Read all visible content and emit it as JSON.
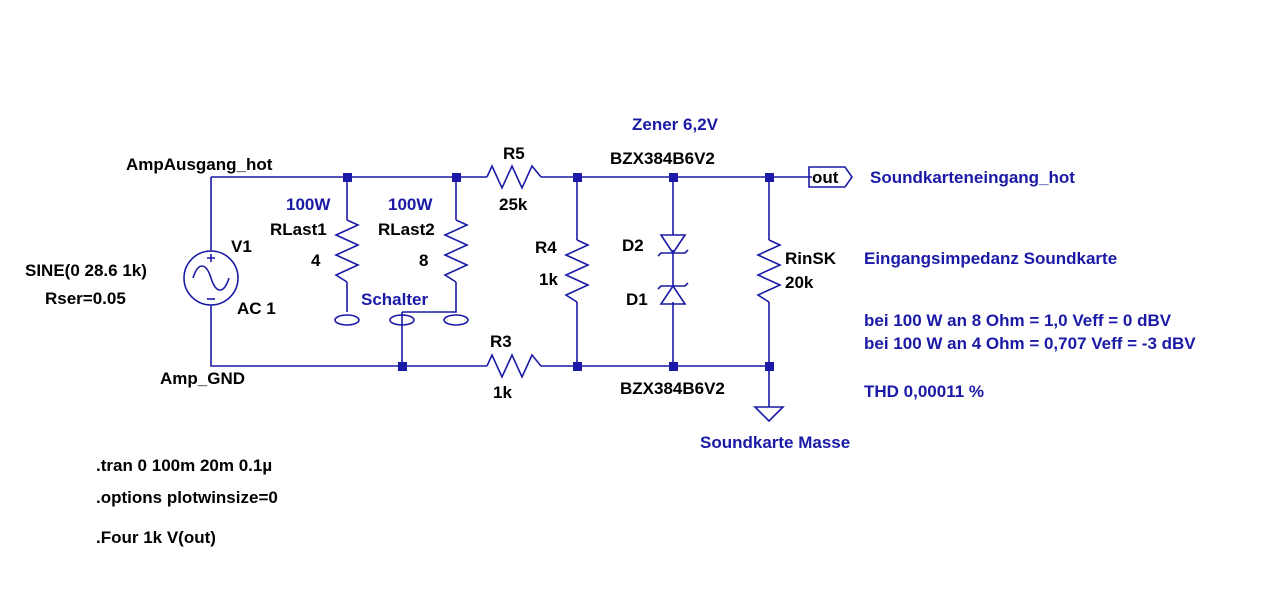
{
  "nets": {
    "amp_hot": "AmpAusgang_hot",
    "amp_gnd": "Amp_GND",
    "out_port": "out",
    "out_label": "Soundkarteneingang_hot",
    "ground_label": "Soundkarte Masse"
  },
  "components": {
    "v1": {
      "name": "V1",
      "value": "SINE(0 28.6 1k)",
      "rser": "Rser=0.05",
      "ac": "AC 1"
    },
    "rlast1": {
      "note": "100W",
      "name": "RLast1",
      "value": "4"
    },
    "rlast2": {
      "note": "100W",
      "name": "RLast2",
      "value": "8"
    },
    "switch_label": "Schalter",
    "r5": {
      "name": "R5",
      "value": "25k"
    },
    "r4": {
      "name": "R4",
      "value": "1k"
    },
    "r3": {
      "name": "R3",
      "value": "1k"
    },
    "zener_note": "Zener 6,2V",
    "d2": {
      "name": "D2",
      "model": "BZX384B6V2"
    },
    "d1": {
      "name": "D1",
      "model": "BZX384B6V2"
    },
    "rinsk": {
      "name": "RinSK",
      "value": "20k"
    }
  },
  "annotations": {
    "impedance": "Eingangsimpedanz Soundkarte",
    "line1": "bei 100 W an 8 Ohm = 1,0 Veff = 0 dBV",
    "line2": "bei 100 W an 4 Ohm = 0,707 Veff = -3 dBV",
    "thd": "THD 0,00011 %"
  },
  "directives": [
    ".tran 0 100m 20m 0.1µ",
    ".options plotwinsize=0",
    ".Four 1k V(out)"
  ],
  "colors": {
    "wire": "#1a1aa6",
    "comment": "#1a1aa6",
    "text": "#000000",
    "background": "#ffffff"
  }
}
